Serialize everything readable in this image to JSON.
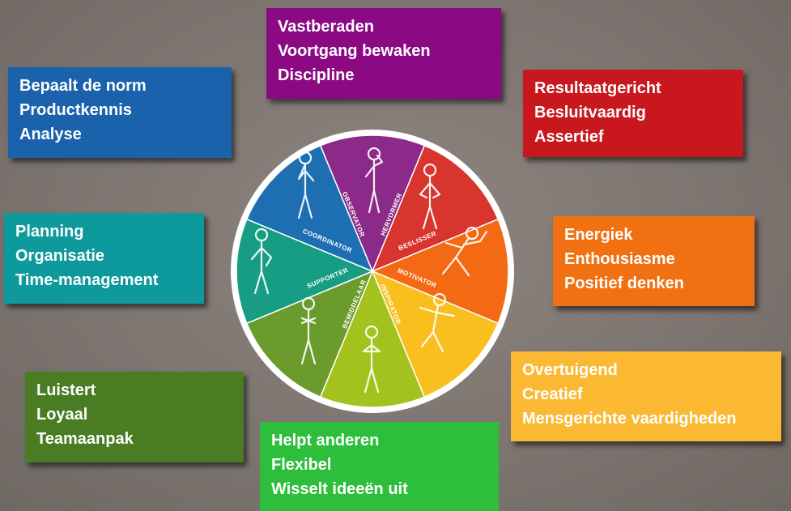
{
  "boxes": [
    {
      "id": "hervormer",
      "color": "#8b0a84",
      "lines": [
        "Vastberaden",
        "Voortgang bewaken",
        "Discipline"
      ]
    },
    {
      "id": "observator",
      "color": "#1b62ad",
      "lines": [
        "Bepaalt de norm",
        "Productkennis",
        "Analyse"
      ]
    },
    {
      "id": "beslisser",
      "color": "#c8171d",
      "lines": [
        "Resultaatgericht",
        "Besluitvaardig",
        "Assertief"
      ]
    },
    {
      "id": "coordinator",
      "color": "#0e9a9c",
      "lines": [
        "Planning",
        "Organisatie",
        "Time-management"
      ]
    },
    {
      "id": "motivator",
      "color": "#f07012",
      "lines": [
        "Energiek",
        "Enthousiasme",
        "Positief denken"
      ]
    },
    {
      "id": "inspirator",
      "color": "#fbb933",
      "lines": [
        "Overtuigend",
        "Creatief",
        "Mensgerichte vaardigheden"
      ]
    },
    {
      "id": "supporter",
      "color": "#4a7c23",
      "lines": [
        "Luistert",
        "Loyaal",
        "Teamaanpak"
      ]
    },
    {
      "id": "bemiddelaar",
      "color": "#2dbf3c",
      "lines": [
        "Helpt anderen",
        "Flexibel",
        "Wisselt ideeën uit"
      ]
    }
  ],
  "wheel": {
    "segments": [
      {
        "label": "HERVORMER",
        "color": "#8b2a88"
      },
      {
        "label": "BESLISSER",
        "color": "#d7352e"
      },
      {
        "label": "MOTIVATOR",
        "color": "#f46a14"
      },
      {
        "label": "INSPIRATOR",
        "color": "#f8bf1e"
      },
      {
        "label": "BEMIDDELAAR",
        "color": "#a3c21d"
      },
      {
        "label": "SUPPORTER",
        "color": "#6a9b2c"
      },
      {
        "label": "COORDINATOR",
        "color": "#169d83"
      },
      {
        "label": "OBSERVATOR",
        "color": "#1d6fb2"
      }
    ]
  }
}
